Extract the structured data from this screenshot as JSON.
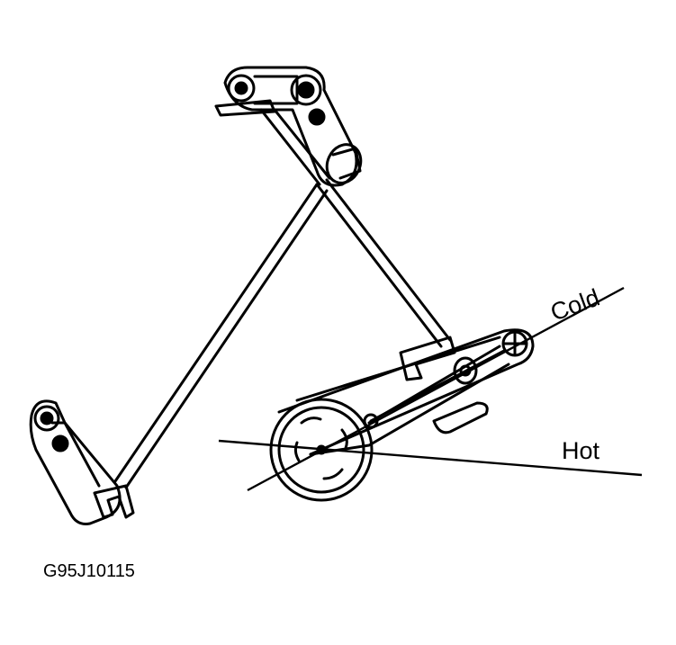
{
  "diagram": {
    "labels": {
      "cold": "Cold",
      "hot": "Hot",
      "figure_code": "G95J10115"
    },
    "colors": {
      "ink": "#000000",
      "paper": "#ffffff"
    }
  }
}
